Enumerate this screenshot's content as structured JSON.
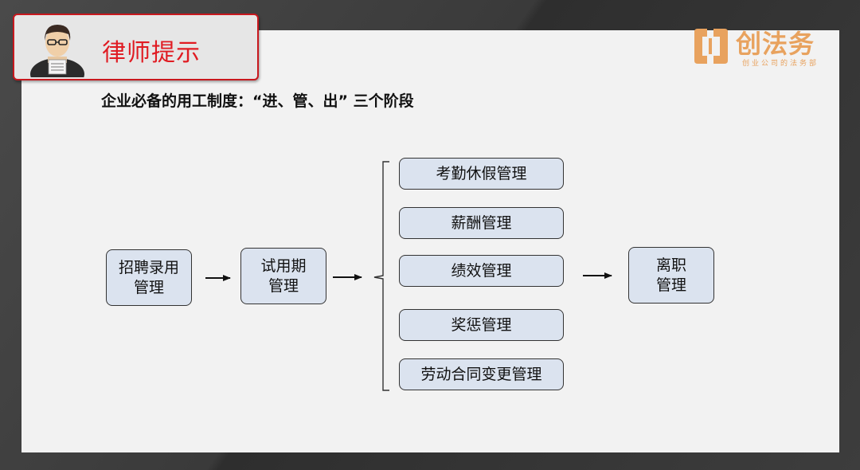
{
  "badge": {
    "title": "律师提示"
  },
  "logo": {
    "name": "创法务",
    "tagline": "创业公司的法务部"
  },
  "heading": "企业必备的用工制度：“进、管、出” 三个阶段",
  "flow": {
    "stage1": {
      "line1": "招聘录用",
      "line2": "管理"
    },
    "stage2": {
      "line1": "试用期",
      "line2": "管理"
    },
    "middle": [
      "考勤休假管理",
      "薪酬管理",
      "绩效管理",
      "奖惩管理",
      "劳动合同变更管理"
    ],
    "stage3": {
      "line1": "离职",
      "line2": "管理"
    }
  },
  "colors": {
    "accent_red": "#e01b22",
    "logo_orange": "#e8a25e",
    "box_fill": "#dbe3ef"
  }
}
